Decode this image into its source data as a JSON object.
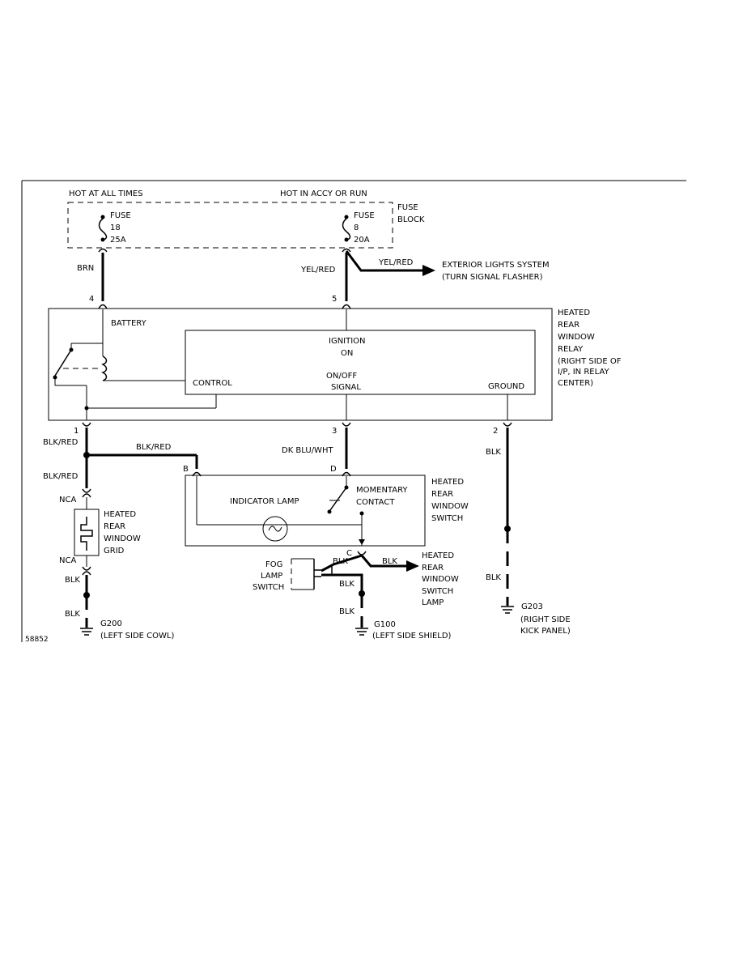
{
  "diagram": {
    "power_labels": {
      "hot_at_all_times": "HOT AT ALL TIMES",
      "hot_in_accy_or_run": "HOT IN ACCY OR RUN"
    },
    "fuse_block": {
      "line1": "FUSE",
      "line2": "BLOCK"
    },
    "fuse_18": {
      "l1": "FUSE",
      "l2": "18",
      "l3": "25A"
    },
    "fuse_8": {
      "l1": "FUSE",
      "l2": "8",
      "l3": "20A"
    },
    "wires": {
      "brn": "BRN",
      "yel_red_1": "YEL/RED",
      "yel_red_2": "YEL/RED",
      "blk_red_1": "BLK/RED",
      "blk_red_2": "BLK/RED",
      "blk_red_3": "BLK/RED",
      "dk_blu_wht": "DK BLU/WHT",
      "blk_relay_gnd": "BLK",
      "blk_relay_gnd_2": "BLK",
      "blk_grid_1": "BLK",
      "blk_grid_2": "BLK",
      "blk_lamp": "BLK",
      "blk_fog": "BLK",
      "blk_fog_2": "BLK",
      "blk_fog_3": "BLK"
    },
    "exterior_lights": {
      "l1": "EXTERIOR LIGHTS SYSTEM",
      "l2": "(TURN SIGNAL FLASHER)"
    },
    "relay": {
      "battery": "BATTERY",
      "ignition": "IGNITION",
      "on": "ON",
      "control": "CONTROL",
      "on_off": "ON/OFF",
      "signal": "SIGNAL",
      "ground": "GROUND",
      "label": [
        "HEATED",
        "REAR",
        "WINDOW",
        "RELAY",
        "(RIGHT SIDE OF",
        "I/P, IN RELAY",
        "CENTER)"
      ]
    },
    "pins": {
      "p4": "4",
      "p5": "5",
      "p1": "1",
      "p3": "3",
      "p2": "2",
      "pb": "B",
      "pd": "D",
      "pc": "C"
    },
    "switch": {
      "indicator_lamp": "INDICATOR LAMP",
      "momentary": "MOMENTARY",
      "contact": "CONTACT",
      "label": [
        "HEATED",
        "REAR",
        "WINDOW",
        "SWITCH"
      ]
    },
    "grid": {
      "nca_top": "NCA",
      "nca_bottom": "NCA",
      "label": [
        "HEATED",
        "REAR",
        "WINDOW",
        "GRID"
      ]
    },
    "fog_lamp_switch": [
      "FOG",
      "LAMP",
      "SWITCH"
    ],
    "switch_lamp": [
      "HEATED",
      "REAR",
      "WINDOW",
      "SWITCH",
      "LAMP"
    ],
    "grounds": {
      "g200": {
        "id": "G200",
        "loc": "(LEFT SIDE COWL)"
      },
      "g100": {
        "id": "G100",
        "loc": "(LEFT SIDE SHIELD)"
      },
      "g203": {
        "id": "G203",
        "loc1": "(RIGHT SIDE",
        "loc2": "KICK PANEL)"
      }
    },
    "figure_number": "58852"
  }
}
